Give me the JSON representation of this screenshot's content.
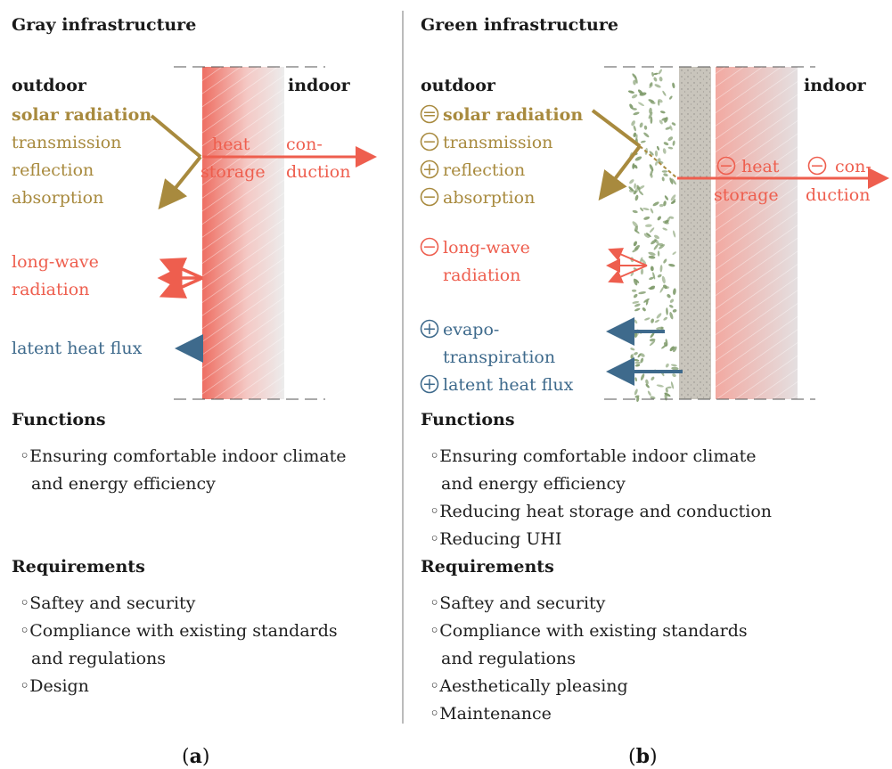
{
  "panels": {
    "a": {
      "title": "Gray infrastructure",
      "outdoor": "outdoor",
      "indoor": "indoor",
      "solar": "solar radiation",
      "transmission": "transmission",
      "reflection": "reflection",
      "absorption": "absorption",
      "heat": "heat",
      "storage": "storage",
      "con": "con-",
      "duction": "duction",
      "longwave_1": "long-wave",
      "longwave_2": "radiation",
      "latent": "latent heat flux",
      "functions_title": "Functions",
      "functions": [
        "Ensuring comfortable indoor climate",
        "and energy efficiency"
      ],
      "requirements_title": "Requirements",
      "req_1": "Saftey and security",
      "req_2a": "Compliance with existing standards",
      "req_2b": "and regulations",
      "req_3": "Design",
      "caption_open": "(",
      "caption_letter": "a",
      "caption_close": ")"
    },
    "b": {
      "title": "Green infrastructure",
      "outdoor": "outdoor",
      "indoor": "indoor",
      "solar": "solar radiation",
      "transmission": "transmission",
      "reflection": "reflection",
      "absorption": "absorption",
      "heat": "heat",
      "storage": "storage",
      "con": "con-",
      "duction": "duction",
      "longwave_1": "long-wave",
      "longwave_2": "radiation",
      "evapo_1": "evapo-",
      "evapo_2": "transpiration",
      "latent": "latent heat flux",
      "functions_title": "Functions",
      "func_1a": "Ensuring comfortable indoor climate",
      "func_1b": "and energy efficiency",
      "func_2": "Reducing heat storage and conduction",
      "func_3": "Reducing UHI",
      "requirements_title": "Requirements",
      "req_1": "Saftey and security",
      "req_2a": "Compliance with existing standards",
      "req_2b": "and regulations",
      "req_3": "Aesthetically pleasing",
      "req_4": "Maintenance",
      "caption_open": "(",
      "caption_letter": "b",
      "caption_close": ")"
    }
  },
  "bullet_symbol": "◦",
  "signs": {
    "solar": "=",
    "transmission": "−",
    "reflection": "+",
    "absorption": "−",
    "heat": "−",
    "conduction": "−",
    "longwave": "−",
    "evapo": "+",
    "latent": "+"
  },
  "colors": {
    "gold": "#a88a3e",
    "red": "#ee5e4e",
    "blue": "#3e6a8c",
    "plant": "#7e9a6a",
    "core": "#c9c5bc"
  }
}
